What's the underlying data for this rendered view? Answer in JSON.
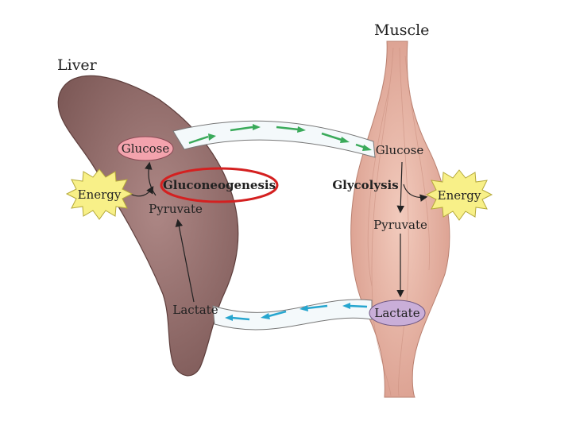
{
  "organs": {
    "liver": {
      "label": "Liver"
    },
    "muscle": {
      "label": "Muscle"
    }
  },
  "liver_side": {
    "glucose": "Glucose",
    "process": "Gluconeogenesis",
    "energy": "Energy",
    "pyruvate": "Pyruvate",
    "lactate": "Lactate"
  },
  "muscle_side": {
    "glucose": "Glucose",
    "process": "Glycolysis",
    "energy": "Energy",
    "pyruvate": "Pyruvate",
    "lactate": "Lactate"
  },
  "colors": {
    "liver_fill": "#a07a78",
    "muscle_fill": "#e8b8a8",
    "glucose_node": "#f3a3ad",
    "lactate_node": "#c9aed8",
    "energy_burst": "#f8f088",
    "glucose_flow_arrow": "#3aaa5a",
    "lactate_flow_arrow": "#27a6cf",
    "highlight_ring": "#d42020"
  }
}
